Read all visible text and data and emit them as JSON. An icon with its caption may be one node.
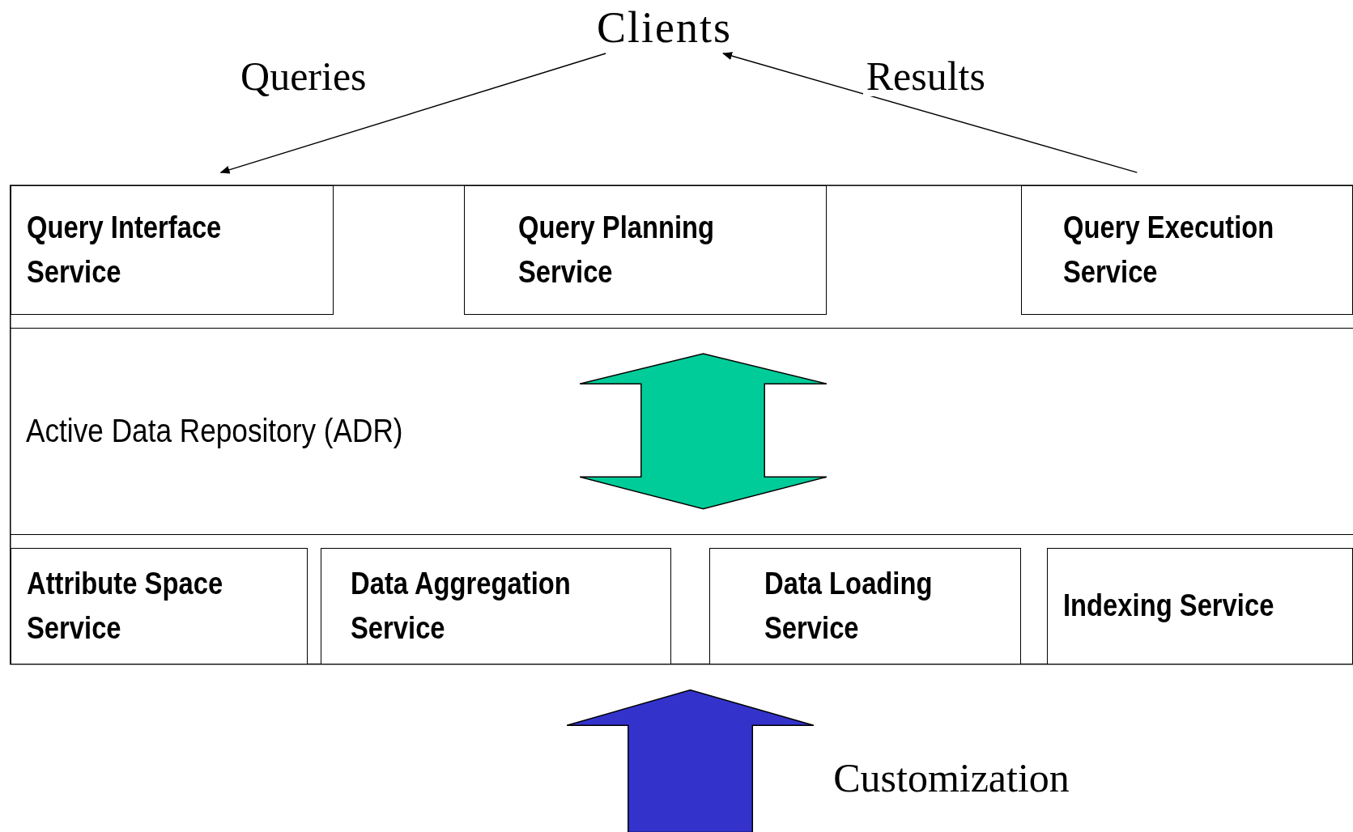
{
  "diagram": {
    "nodes": [
      {
        "text": [
          "Clients"
        ]
      },
      {
        "text": [
          "Query Interface Service"
        ]
      },
      {
        "text": [
          "Query Planning Service"
        ]
      },
      {
        "text": [
          "Query Execution Service"
        ]
      },
      {
        "text": [
          "Active Data Repository (ADR)"
        ]
      },
      {
        "text": [
          "Attribute Space Service"
        ]
      },
      {
        "text": [
          "Data Aggregation Service"
        ]
      },
      {
        "text": [
          "Data Loading Service"
        ]
      },
      {
        "text": [
          "Indexing Service"
        ]
      }
    ],
    "edges": [
      {
        "from": 0,
        "to": 1,
        "arrow": "to",
        "label": "Queries"
      },
      {
        "from": 3,
        "to": 0,
        "arrow": "to",
        "label": "Results"
      }
    ],
    "labels": [
      "Customization"
    ]
  }
}
